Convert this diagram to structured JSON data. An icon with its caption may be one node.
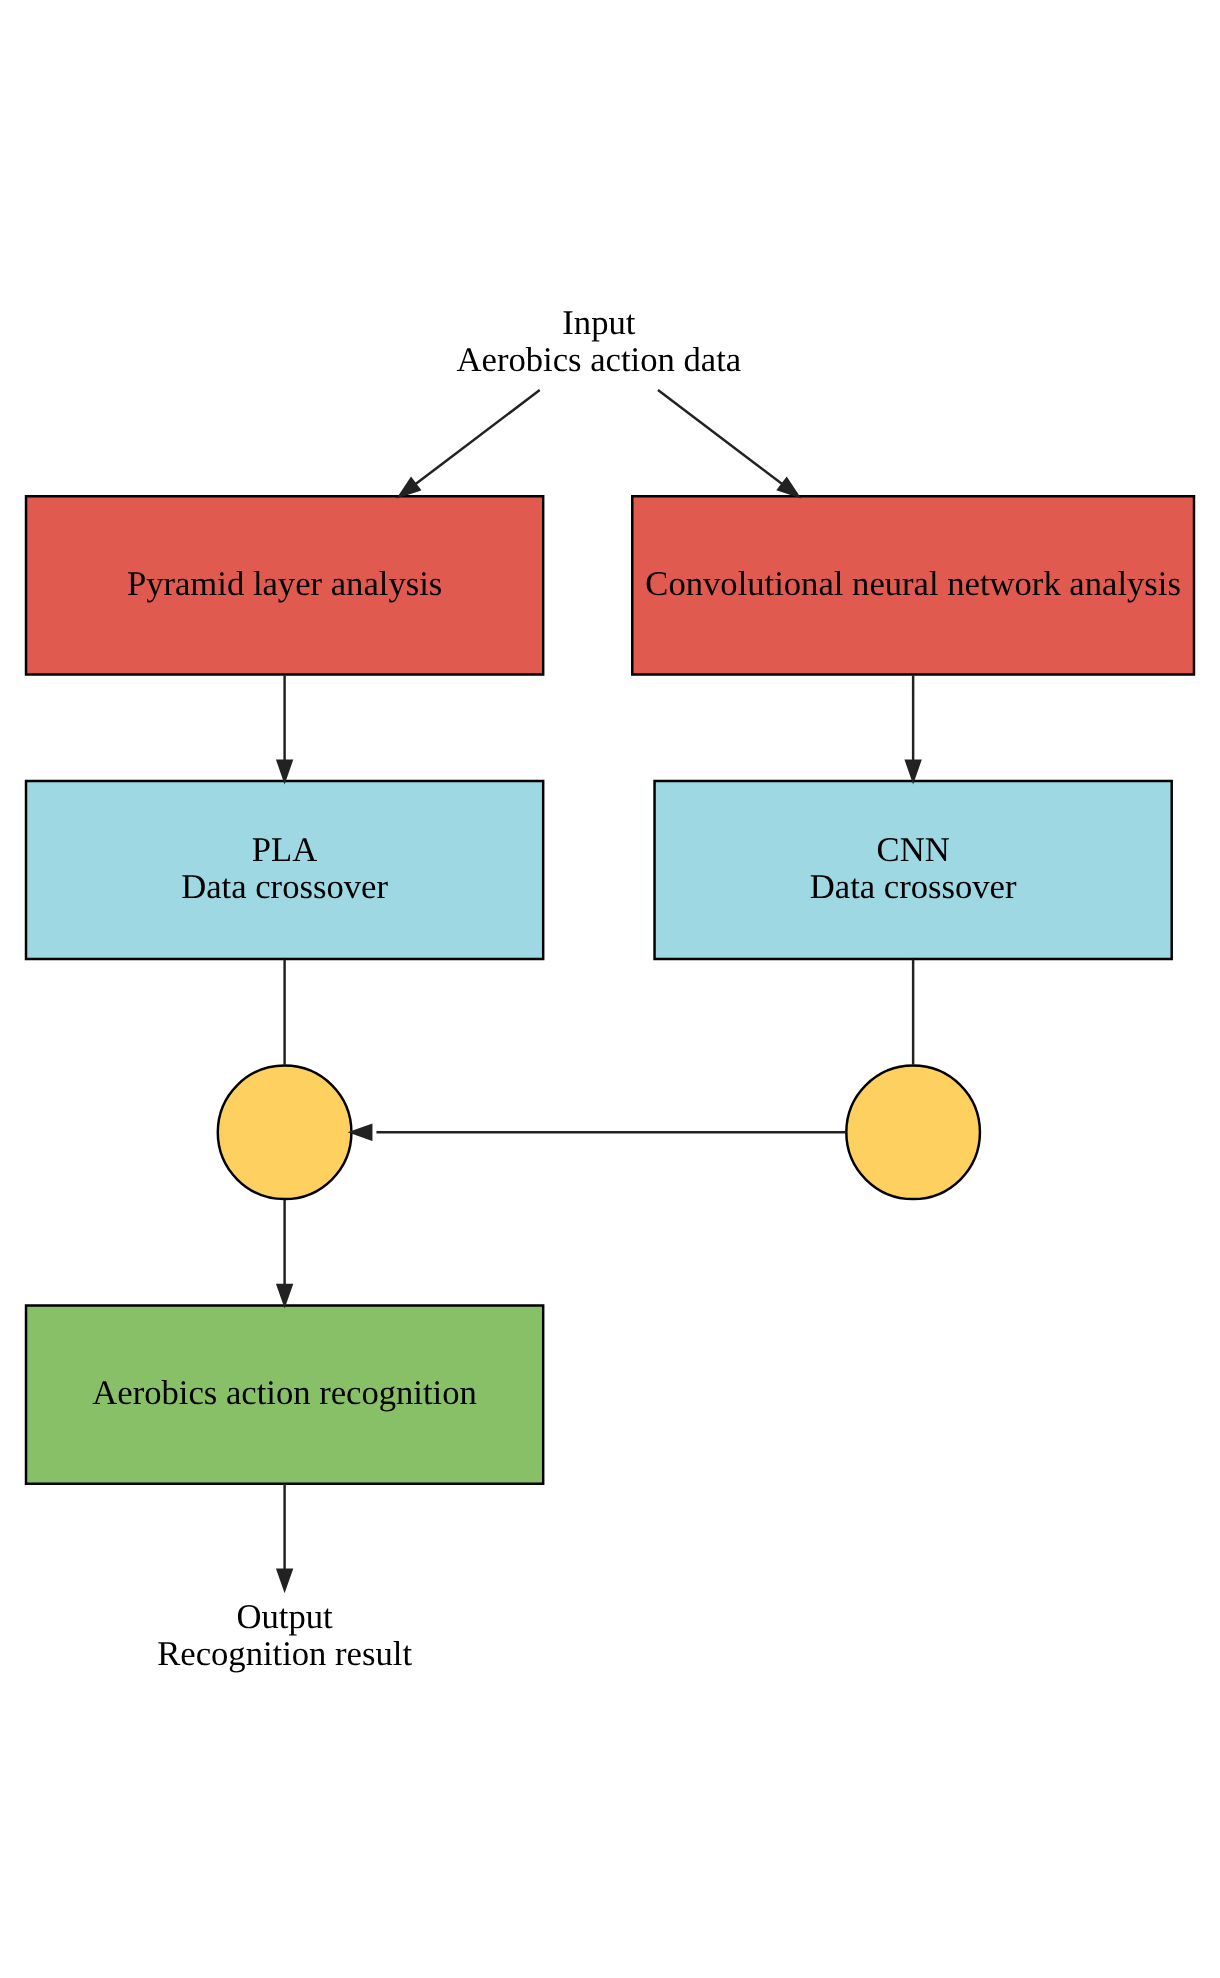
{
  "diagram": {
    "nodes": [
      {
        "text": [
          "Input",
          "Aerobics action data"
        ]
      },
      {
        "text": [
          "Pyramid layer analysis"
        ]
      },
      {
        "text": [
          "Convolutional neural network analysis"
        ]
      },
      {
        "text": [
          "PLA",
          "Data crossover"
        ]
      },
      {
        "text": [
          "CNN",
          "Data crossover"
        ]
      },
      {
        "text": [],
        "shape": "circle"
      },
      {
        "text": [],
        "shape": "circle"
      },
      {
        "text": [
          "Aerobics action recognition"
        ]
      },
      {
        "text": [
          "Output",
          "Recognition result"
        ]
      }
    ],
    "edges": [
      {
        "from": 0,
        "to": 1,
        "arrow": "to"
      },
      {
        "from": 0,
        "to": 2,
        "arrow": "to"
      },
      {
        "from": 1,
        "to": 3,
        "arrow": "to"
      },
      {
        "from": 2,
        "to": 4,
        "arrow": "to"
      },
      {
        "from": 3,
        "to": 5,
        "arrow": "none"
      },
      {
        "from": 4,
        "to": 6,
        "arrow": "none"
      },
      {
        "from": 6,
        "to": 5,
        "arrow": "to"
      },
      {
        "from": 5,
        "to": 7,
        "arrow": "to"
      },
      {
        "from": 7,
        "to": 8,
        "arrow": "to"
      }
    ]
  }
}
